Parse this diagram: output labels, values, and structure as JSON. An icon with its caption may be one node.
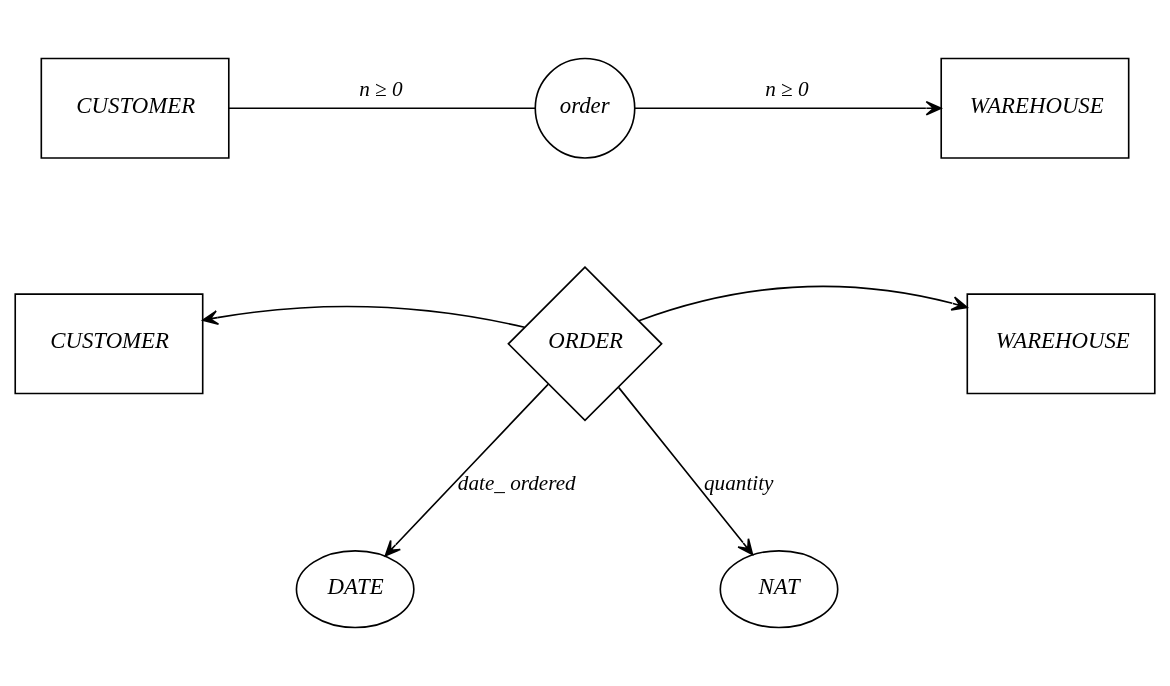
{
  "diagram": {
    "nodes": [
      {
        "text": [
          "CUSTOMER"
        ]
      },
      {
        "text": [
          "order"
        ]
      },
      {
        "text": [
          "WAREHOUSE"
        ]
      },
      {
        "text": [
          "CUSTOMER"
        ]
      },
      {
        "text": [
          "ORDER"
        ]
      },
      {
        "text": [
          "WAREHOUSE"
        ]
      },
      {
        "text": [
          "DATE"
        ]
      },
      {
        "text": [
          "NAT"
        ]
      }
    ],
    "edges": [
      {
        "from": 0,
        "to": 1,
        "arrow": "none",
        "label": "n ≥ 0"
      },
      {
        "from": 1,
        "to": 2,
        "arrow": "to",
        "label": "n ≥ 0"
      },
      {
        "from": 4,
        "to": 3,
        "arrow": "to"
      },
      {
        "from": 4,
        "to": 5,
        "arrow": "to"
      },
      {
        "from": 4,
        "to": 6,
        "arrow": "to",
        "label": "date_ ordered"
      },
      {
        "from": 4,
        "to": 7,
        "arrow": "to",
        "label": "quantity"
      }
    ]
  }
}
